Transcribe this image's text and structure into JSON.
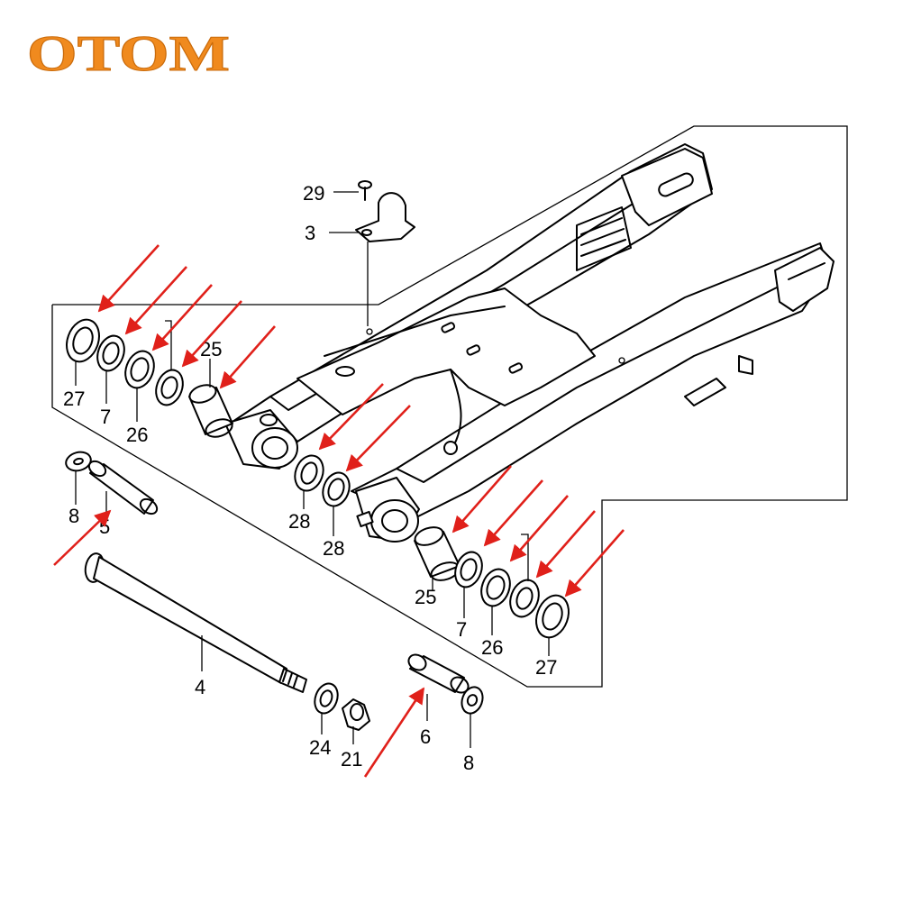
{
  "brand": {
    "logo_text": "OTOM",
    "color": "#f08a1e"
  },
  "arrow_color": "#e0201a",
  "parts": {
    "p29": "29",
    "p3": "3",
    "p25a": "25",
    "p27a": "27",
    "p7a": "7",
    "p26a": "26",
    "p28a": "28",
    "p28b": "28",
    "p8a": "8",
    "p5": "5",
    "p4": "4",
    "p25b": "25",
    "p7b": "7",
    "p26b": "26",
    "p27b": "27",
    "p24": "24",
    "p21": "21",
    "p6": "6",
    "p8b": "8"
  }
}
